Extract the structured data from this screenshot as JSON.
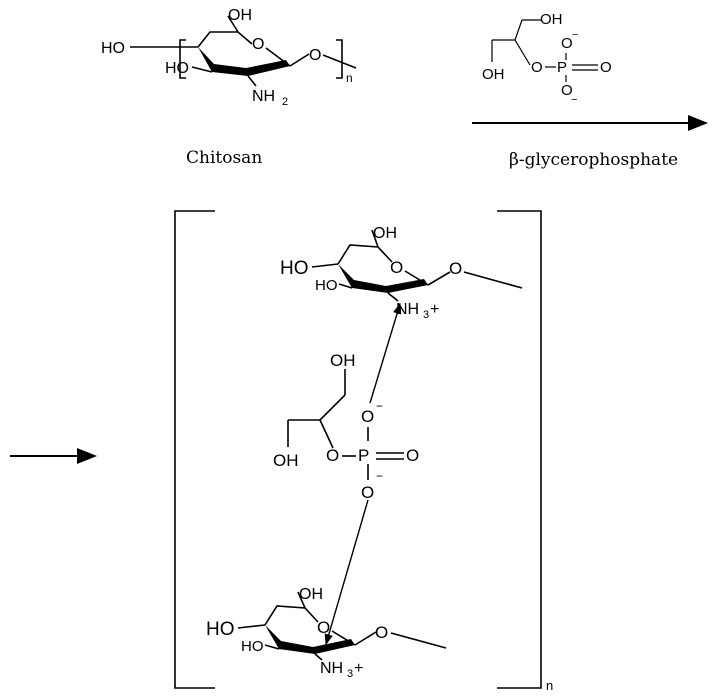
{
  "captions": {
    "chitosan": "Chitosan",
    "reagent": "β-glycerophosphate"
  },
  "labels": {
    "oh": "OH",
    "ho": "HO",
    "o": "O",
    "p": "P",
    "nh2": "NH",
    "nh2_sub": "2",
    "nh3": "NH",
    "nh3_sub": "3",
    "plus": "+",
    "minus": "−",
    "n": "n"
  }
}
